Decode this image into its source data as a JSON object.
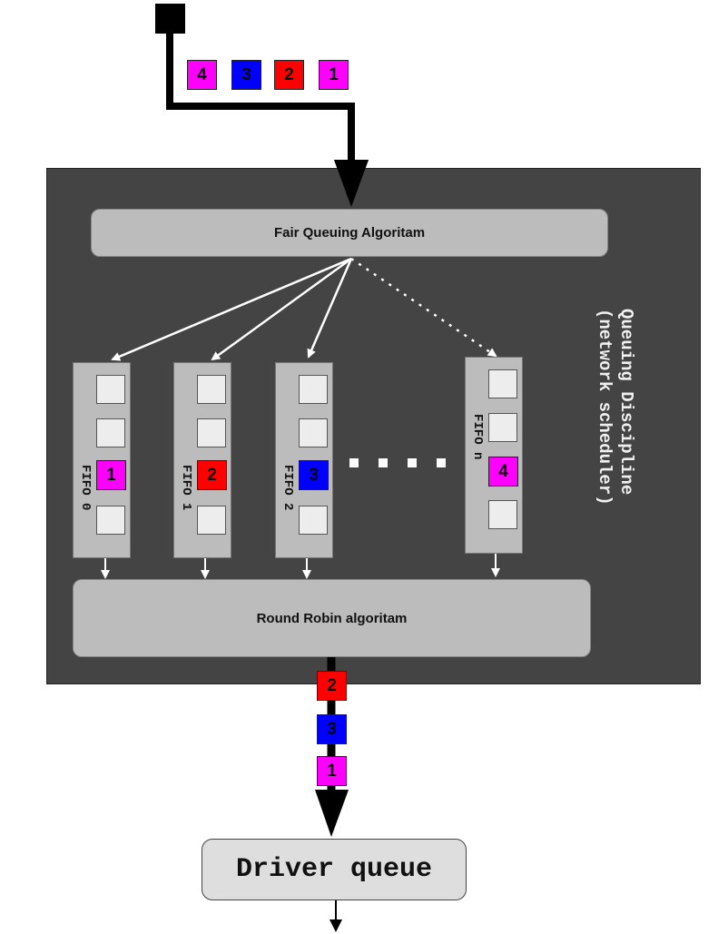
{
  "input_packets": [
    {
      "label": "4",
      "color": "#ff00ff"
    },
    {
      "label": "3",
      "color": "#0000ff"
    },
    {
      "label": "2",
      "color": "#ff0000"
    },
    {
      "label": "1",
      "color": "#ff00ff"
    }
  ],
  "qdisc": {
    "label_line1": "Queuing Discipline",
    "label_line2": "(network scheduler)",
    "fair_queuing": "Fair Queuing Algoritam",
    "round_robin": "Round Robin algoritam"
  },
  "fifos": [
    {
      "label": "FIFO 0",
      "packet": "1",
      "packet_color": "#ff00ff"
    },
    {
      "label": "FIFO 1",
      "packet": "2",
      "packet_color": "#ff0000"
    },
    {
      "label": "FIFO 2",
      "packet": "3",
      "packet_color": "#0000ff"
    },
    {
      "label": "FIFO n",
      "packet": "4",
      "packet_color": "#ff00ff"
    }
  ],
  "output_packets": [
    {
      "label": "2",
      "color": "#ff0000"
    },
    {
      "label": "3",
      "color": "#0000ff"
    },
    {
      "label": "1",
      "color": "#ff00ff"
    }
  ],
  "driver_queue": "Driver queue"
}
